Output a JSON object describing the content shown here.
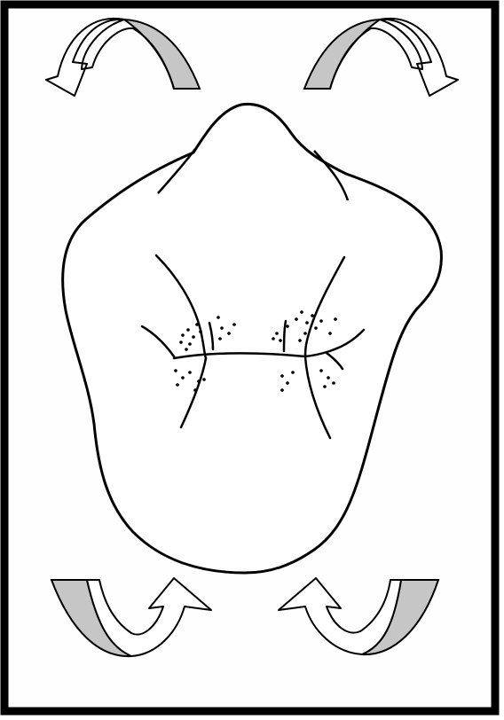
{
  "diagram": {
    "colors": {
      "frame": "#000000",
      "paper": "#fefefe",
      "outline": "#000000",
      "ribbon_shade": "#c6c6c6",
      "ribbon_light": "#ffffff",
      "dots": "#000000"
    },
    "arrows": [
      {
        "id": "top-left",
        "points_to": "left"
      },
      {
        "id": "top-right",
        "points_to": "right"
      },
      {
        "id": "bottom-left",
        "points_to": "up-right"
      },
      {
        "id": "bottom-right",
        "points_to": "up-left"
      }
    ],
    "icons": [
      "curved-arrow-icon",
      "bladder-outline-icon"
    ]
  }
}
